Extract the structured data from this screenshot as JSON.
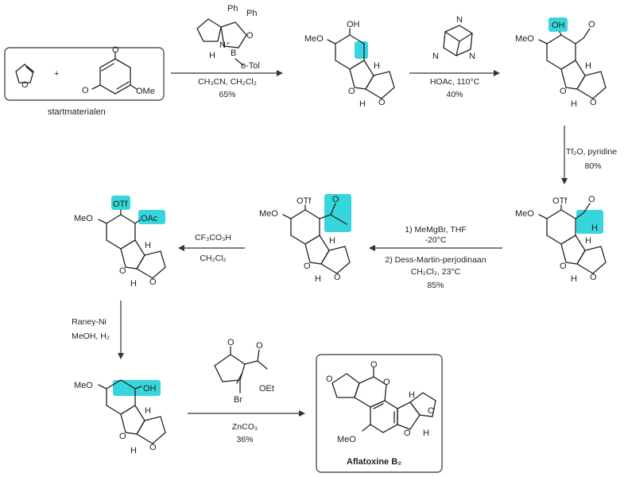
{
  "start_materials_label": "startmaterialen",
  "plus": "+",
  "atoms": {
    "O": "O",
    "OMe": "OMe",
    "MeO": "MeO",
    "OH": "OH",
    "H": "H",
    "OTf": "OTf",
    "OAc": "OAc",
    "OEt": "OEt",
    "Br": "Br",
    "N": "N",
    "B": "B",
    "Ph": "Ph",
    "oTol": "o-Tol",
    "Nplus": "N⁺"
  },
  "steps": {
    "s1": {
      "line1": "CH₃CN, CH₂Cl₂",
      "line2": "65%"
    },
    "s2": {
      "line1": "HOAc, 110°C",
      "line2": "40%"
    },
    "s3": {
      "line1": "Tf₂O, pyridine",
      "line2": "80%"
    },
    "s4": {
      "line1": "1) MeMgBr, THF",
      "line2": "-20°C",
      "line3": "2) Dess-Martin-perjodinaan",
      "line4": "CH₂Cl₂, 23°C",
      "line5": "85%"
    },
    "s5": {
      "line1": "CF₃CO₃H",
      "line2": "CH₂Cl₂"
    },
    "s6": {
      "line1": "Raney-Ni",
      "line2": "MeOH, H₂"
    },
    "s7": {
      "line1": "ZnCO₃",
      "line2": "36%"
    }
  },
  "product_label": "Aflatoxine B₂",
  "colors": {
    "highlight": "#36d6dc"
  }
}
